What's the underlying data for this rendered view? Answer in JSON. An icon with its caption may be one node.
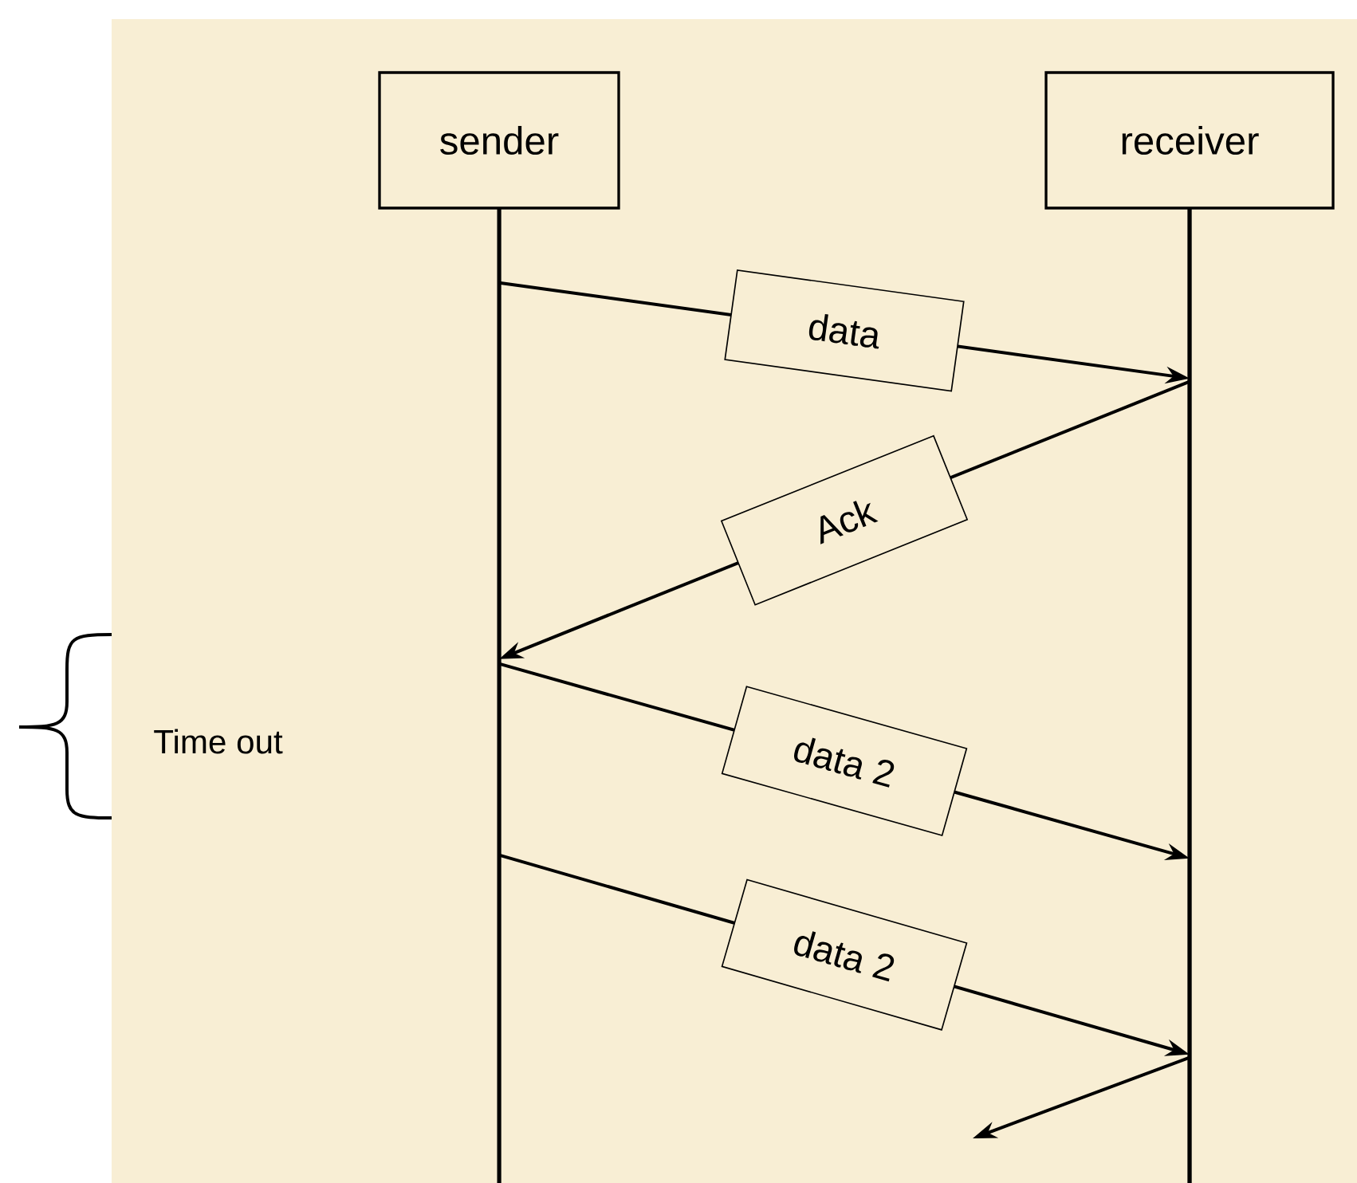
{
  "diagram": {
    "nodes": [
      {
        "text": [
          "sender"
        ]
      },
      {
        "text": [
          "receiver"
        ]
      }
    ],
    "edges": [
      {
        "from": 0,
        "to": 1,
        "arrow": "to",
        "label": "data"
      },
      {
        "from": 1,
        "to": 0,
        "arrow": "to",
        "label": "Ack"
      },
      {
        "from": 0,
        "to": 1,
        "arrow": "to",
        "label": "data 2"
      },
      {
        "from": 0,
        "to": 1,
        "arrow": "to",
        "label": "data 2"
      },
      {
        "from": 1,
        "to": null,
        "arrow": "to"
      }
    ],
    "labels": [
      "Time out"
    ]
  }
}
